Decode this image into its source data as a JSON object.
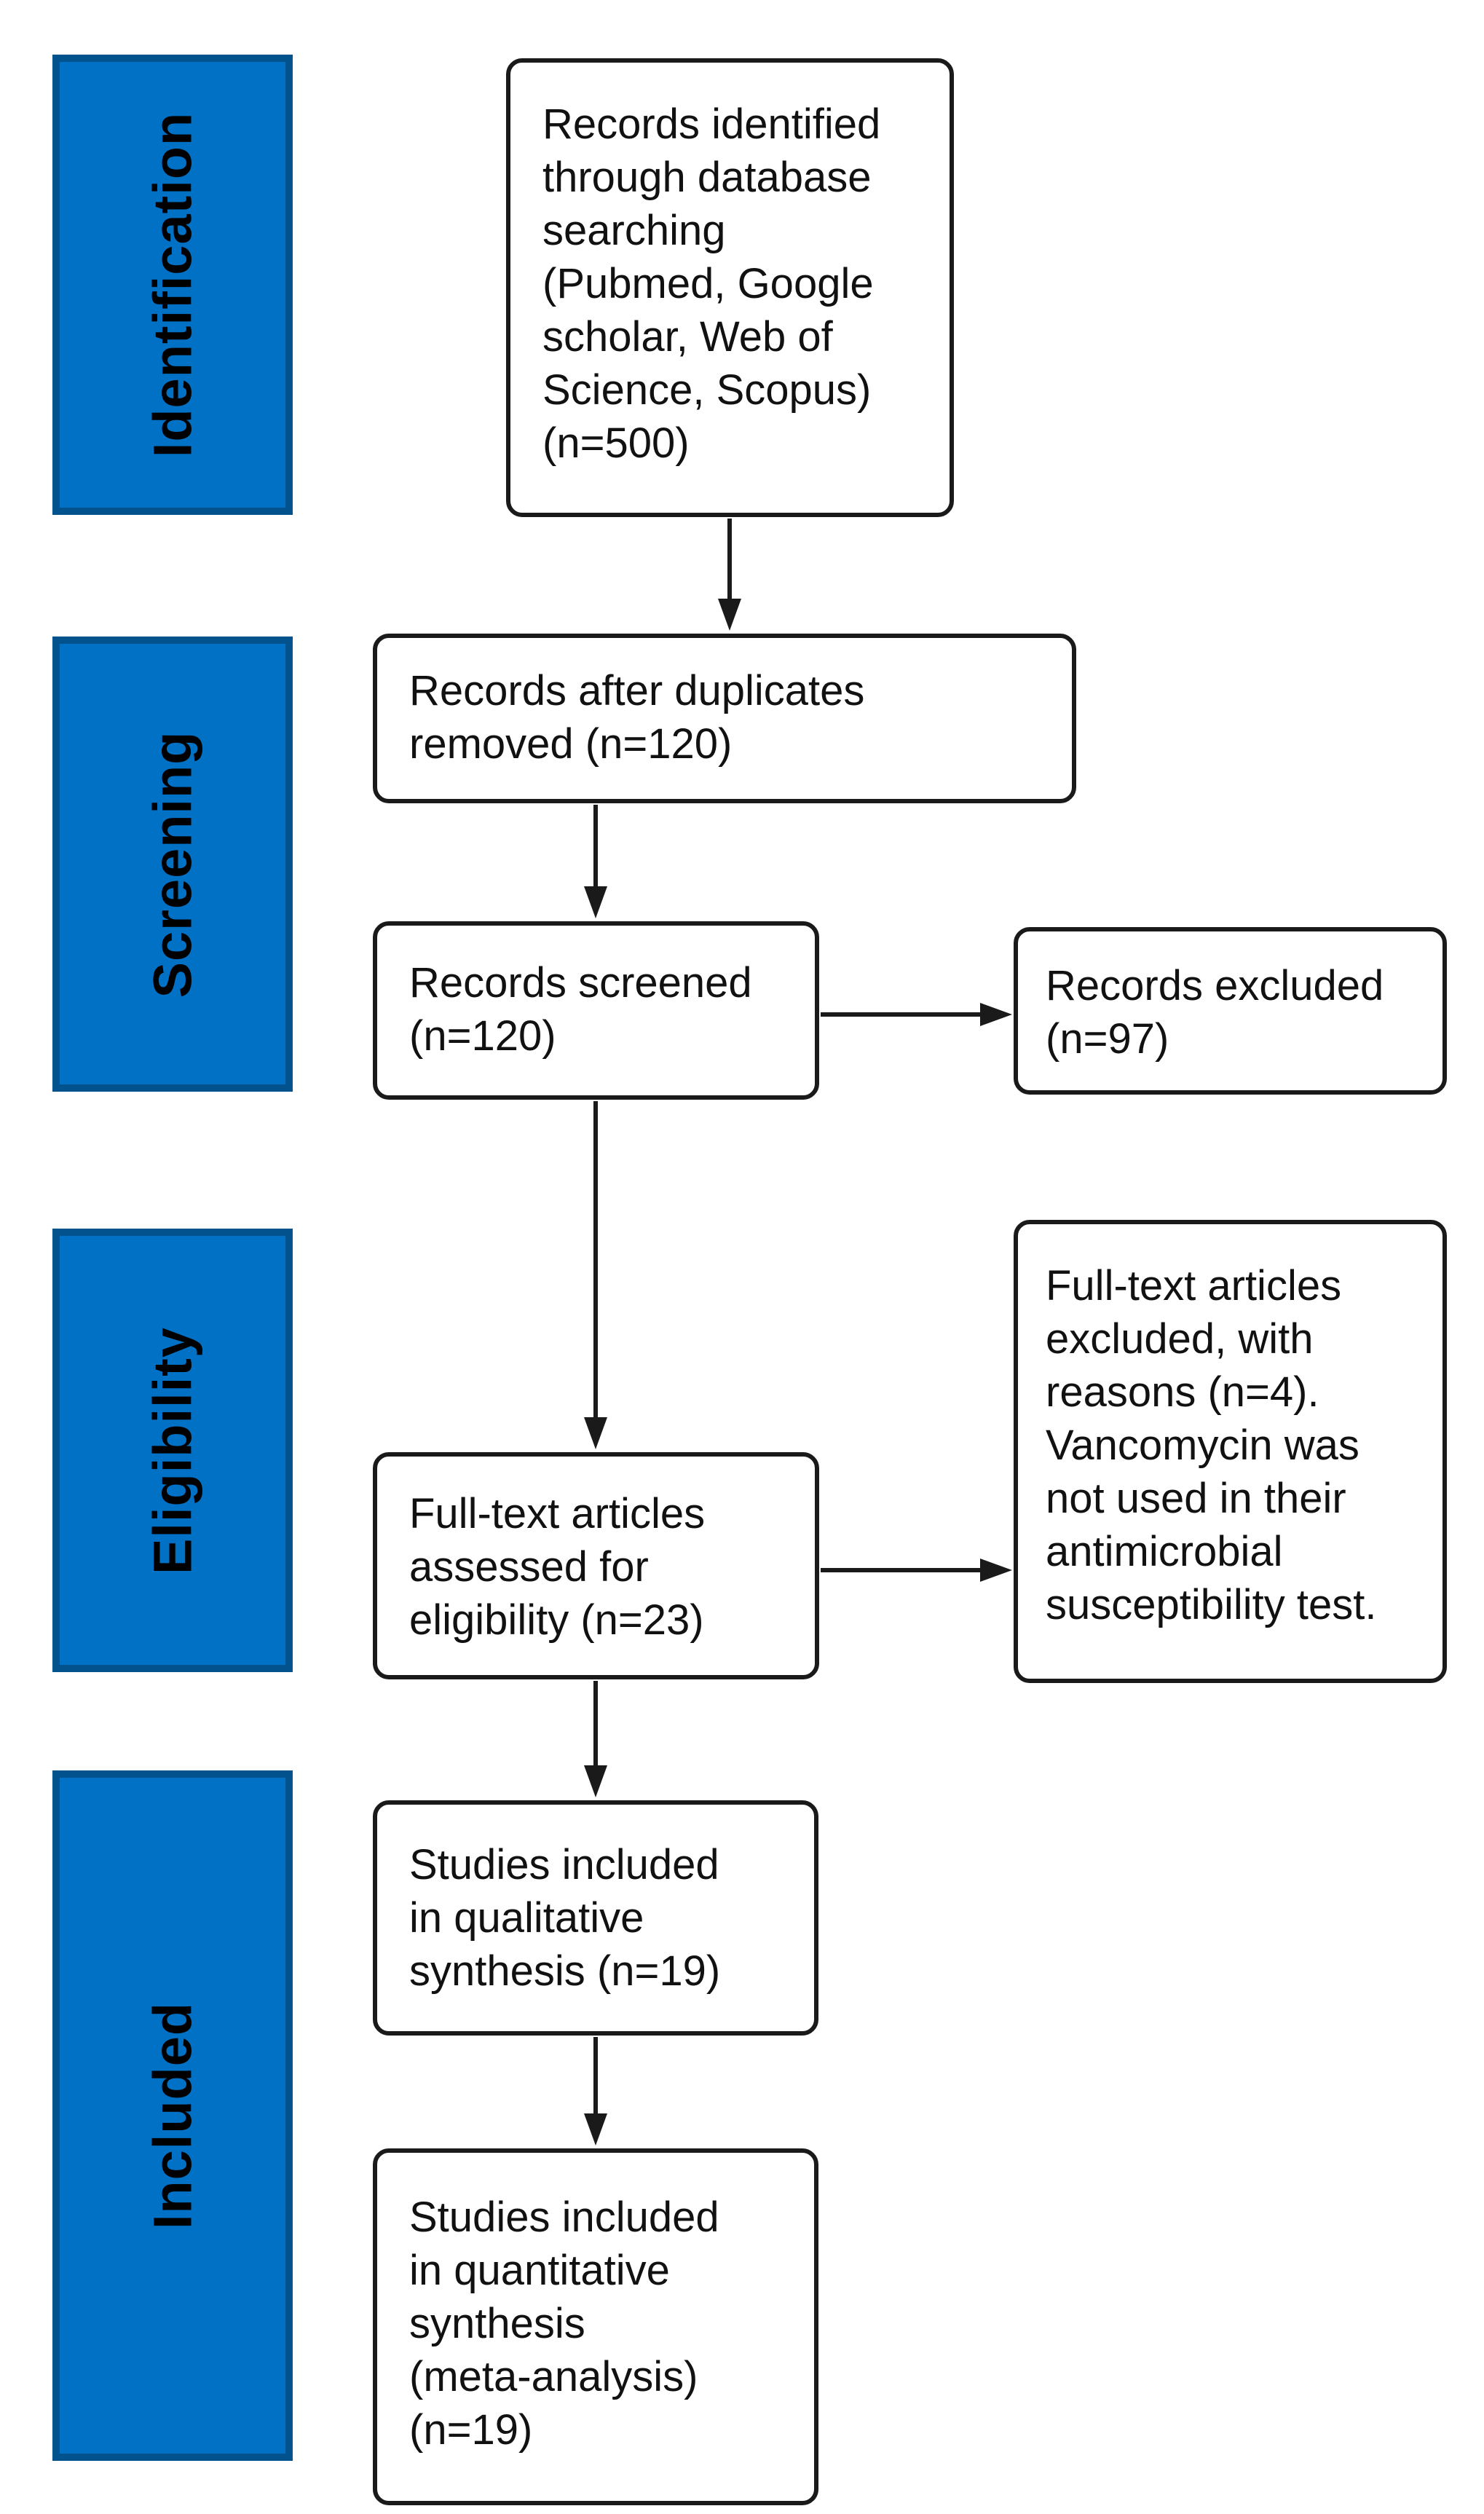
{
  "diagram": {
    "kind": "PRISMA flow diagram",
    "stages": [
      {
        "id": "identification",
        "label": "Identification"
      },
      {
        "id": "screening",
        "label": "Screening"
      },
      {
        "id": "eligibility",
        "label": "Eligibility"
      },
      {
        "id": "included",
        "label": "Included"
      }
    ],
    "boxes": {
      "identified": {
        "text": "Records identified\nthrough database\nsearching\n(Pubmed, Google\nscholar, Web of\nScience, Scopus)\n(n=500)",
        "n": 500
      },
      "deduplicated": {
        "text": "Records after duplicates\nremoved (n=120)",
        "n": 120
      },
      "screened": {
        "text": "Records screened\n(n=120)",
        "n": 120
      },
      "excluded": {
        "text": "Records excluded\n(n=97)",
        "n": 97
      },
      "fulltext": {
        "text": "Full-text articles\nassessed for\neligibility (n=23)",
        "n": 23
      },
      "fulltext_excluded": {
        "text": "Full-text articles\nexcluded, with\nreasons (n=4).\nVancomycin was\nnot used in their\nantimicrobial\nsusceptibility test.",
        "n": 4
      },
      "qualitative": {
        "text": "Studies included\nin qualitative\nsynthesis (n=19)",
        "n": 19
      },
      "quantitative": {
        "text": "Studies included\nin quantitative\nsynthesis\n(meta-analysis)\n(n=19)",
        "n": 19
      }
    },
    "colors": {
      "stage_fill": "#0071c5",
      "stage_border": "#02528e",
      "box_background": "#ffffff",
      "box_border": "#1a1a1a",
      "text": "#111111"
    }
  }
}
